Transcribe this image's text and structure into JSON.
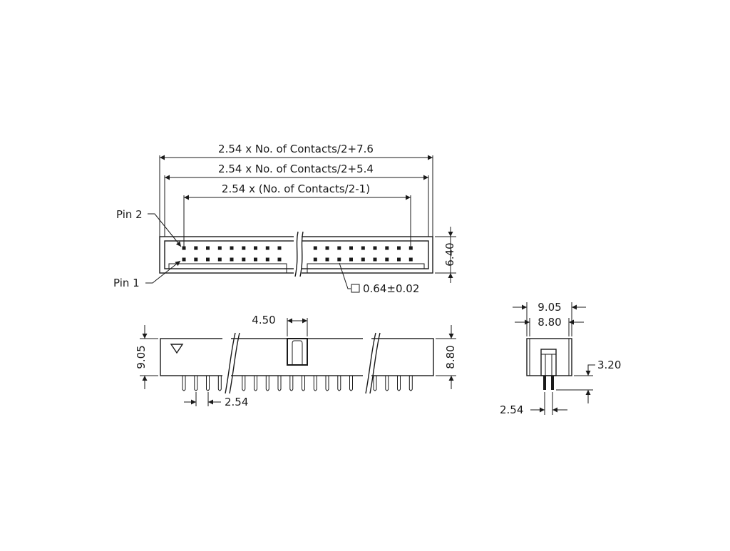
{
  "top_view": {
    "dim_overall": "2.54 x No. of Contacts/2+7.6",
    "dim_inner": "2.54 x No. of Contacts/2+5.4",
    "dim_pitch_span": "2.54 x (No. of Contacts/2-1)",
    "dim_height": "6.40",
    "pin2_label": "Pin 2",
    "pin1_label": "Pin 1",
    "pin_size": "0.64±0.02"
  },
  "front_view": {
    "dim_key_width": "4.50",
    "dim_total_height": "9.05",
    "dim_body_height": "8.80",
    "dim_pitch": "2.54"
  },
  "side_view": {
    "dim_total_width": "9.05",
    "dim_body_width": "8.80",
    "dim_pin_length": "3.20",
    "dim_row_pitch": "2.54"
  }
}
